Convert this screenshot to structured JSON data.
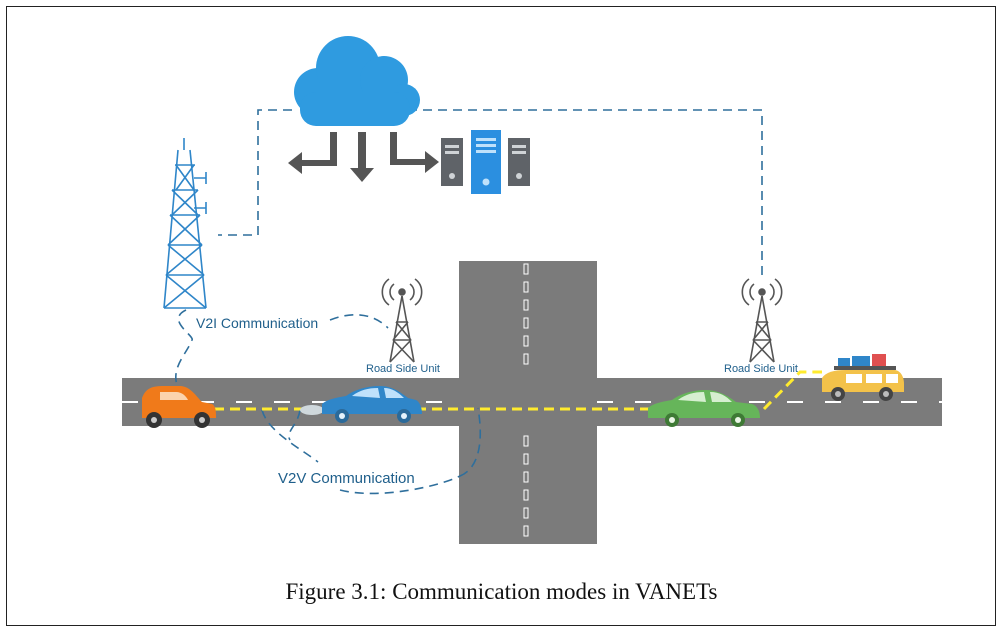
{
  "labels": {
    "v2i": "V2I Communication",
    "v2v": "V2V Communication",
    "rsu_left": "Road Side Unit",
    "rsu_right": "Road Side Unit"
  },
  "caption": "Figure 3.1: Communication modes in VANETs",
  "icons": [
    "cloud-icon",
    "server-icon",
    "cell-tower-icon",
    "rsu-antenna-icon",
    "car-icon",
    "suv-icon"
  ],
  "colors": {
    "cloud": "#2f9be0",
    "server_blue": "#2b8fe0",
    "server_gray": "#5f6368",
    "road": "#7b7b7b",
    "link_dash": "#2f6f9c",
    "v2v_link": "#ffeb2e",
    "car_orange": "#f07a1a",
    "car_blue": "#2f86c9",
    "car_green": "#66b55a",
    "suv_yellow": "#f3c24a"
  }
}
